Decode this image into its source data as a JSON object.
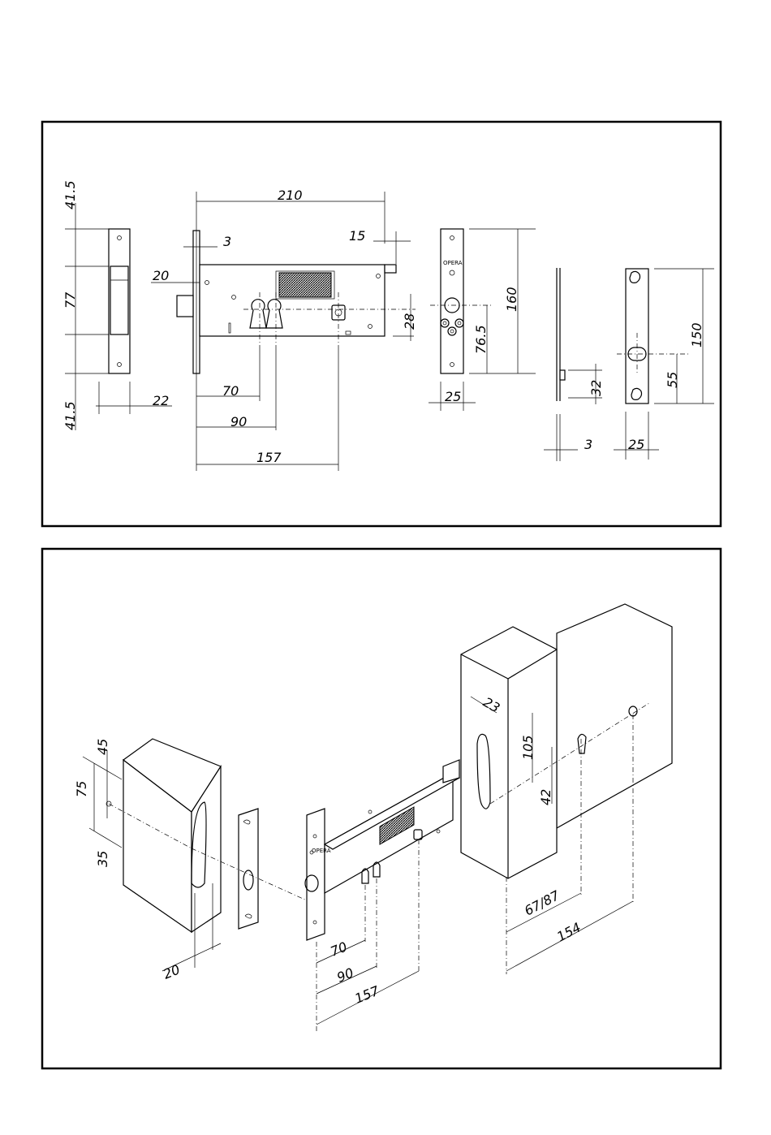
{
  "top_view": {
    "faceplate_dims": {
      "top": "41.5",
      "middle": "77",
      "bottom": "41.5",
      "width": "22"
    },
    "lock_body_dims": {
      "length": "210",
      "front_thickness": "3",
      "bolt_offset": "20",
      "bolt_projection": "15",
      "height": "28",
      "backset_1": "70",
      "backset_2": "90",
      "backset_3": "157"
    },
    "front_plate_dims": {
      "height": "160",
      "center": "76.5",
      "width": "25"
    },
    "front_plate_logo": "OPERA",
    "strike_side_dims": {
      "thickness": "3",
      "opening": "32"
    },
    "strike_plate_dims": {
      "height": "150",
      "center": "55",
      "width": "25"
    }
  },
  "bottom_view": {
    "frame_dims": {
      "a": "45",
      "b": "75",
      "c": "35",
      "depth": "20"
    },
    "lock_dims": {
      "backset_1": "70",
      "backset_2": "90",
      "backset_3": "157"
    },
    "door_dims": {
      "slot_width": "23",
      "slot_height": "105",
      "offset": "42",
      "cylinder": "67/87",
      "spindle": "154"
    }
  },
  "colors": {
    "line": "#000000",
    "background": "#ffffff"
  }
}
